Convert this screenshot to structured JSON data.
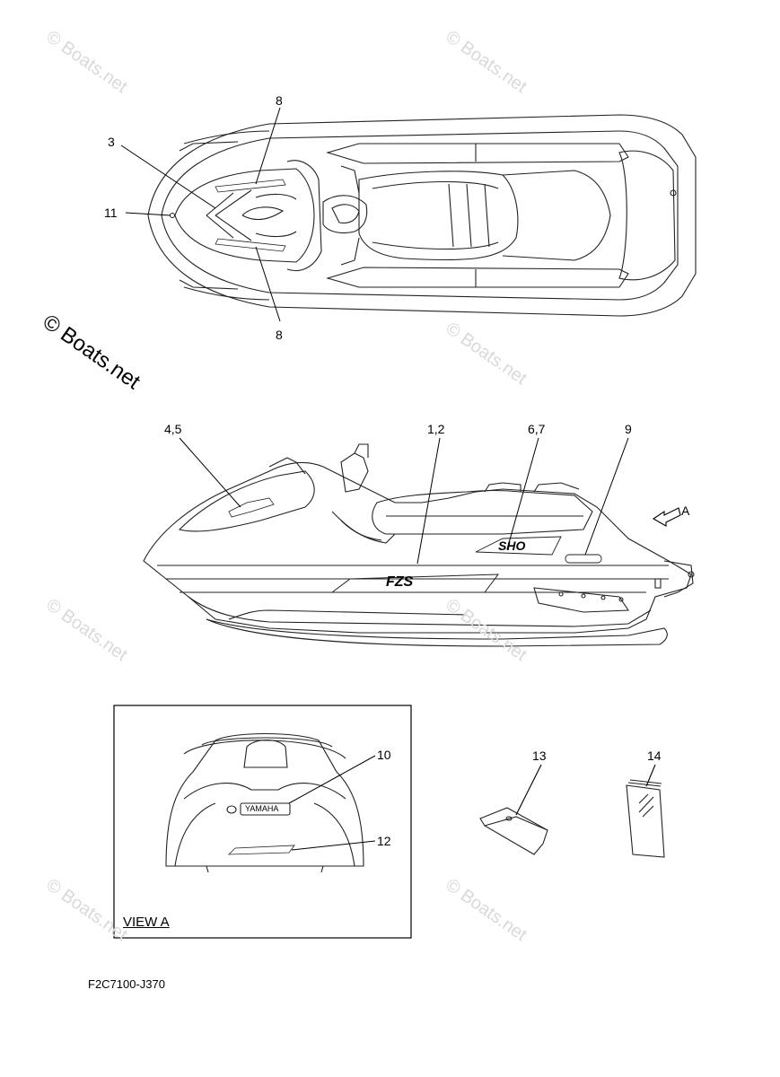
{
  "watermarks": {
    "small": "© Boats.net",
    "big": "© Boats.net"
  },
  "callouts": {
    "top_3": "3",
    "top_8a": "8",
    "top_11": "11",
    "top_8b": "8",
    "side_45": "4,5",
    "side_12": "1,2",
    "side_67": "6,7",
    "side_9": "9",
    "side_A": "A",
    "view_10": "10",
    "view_12": "12",
    "part_13": "13",
    "part_14": "14"
  },
  "view_label": "VIEW A",
  "drawing_code": "F2C7100-J370",
  "decal_text": {
    "yamaha": "YAMAHA",
    "sho": "SHO",
    "model": "FZS"
  }
}
